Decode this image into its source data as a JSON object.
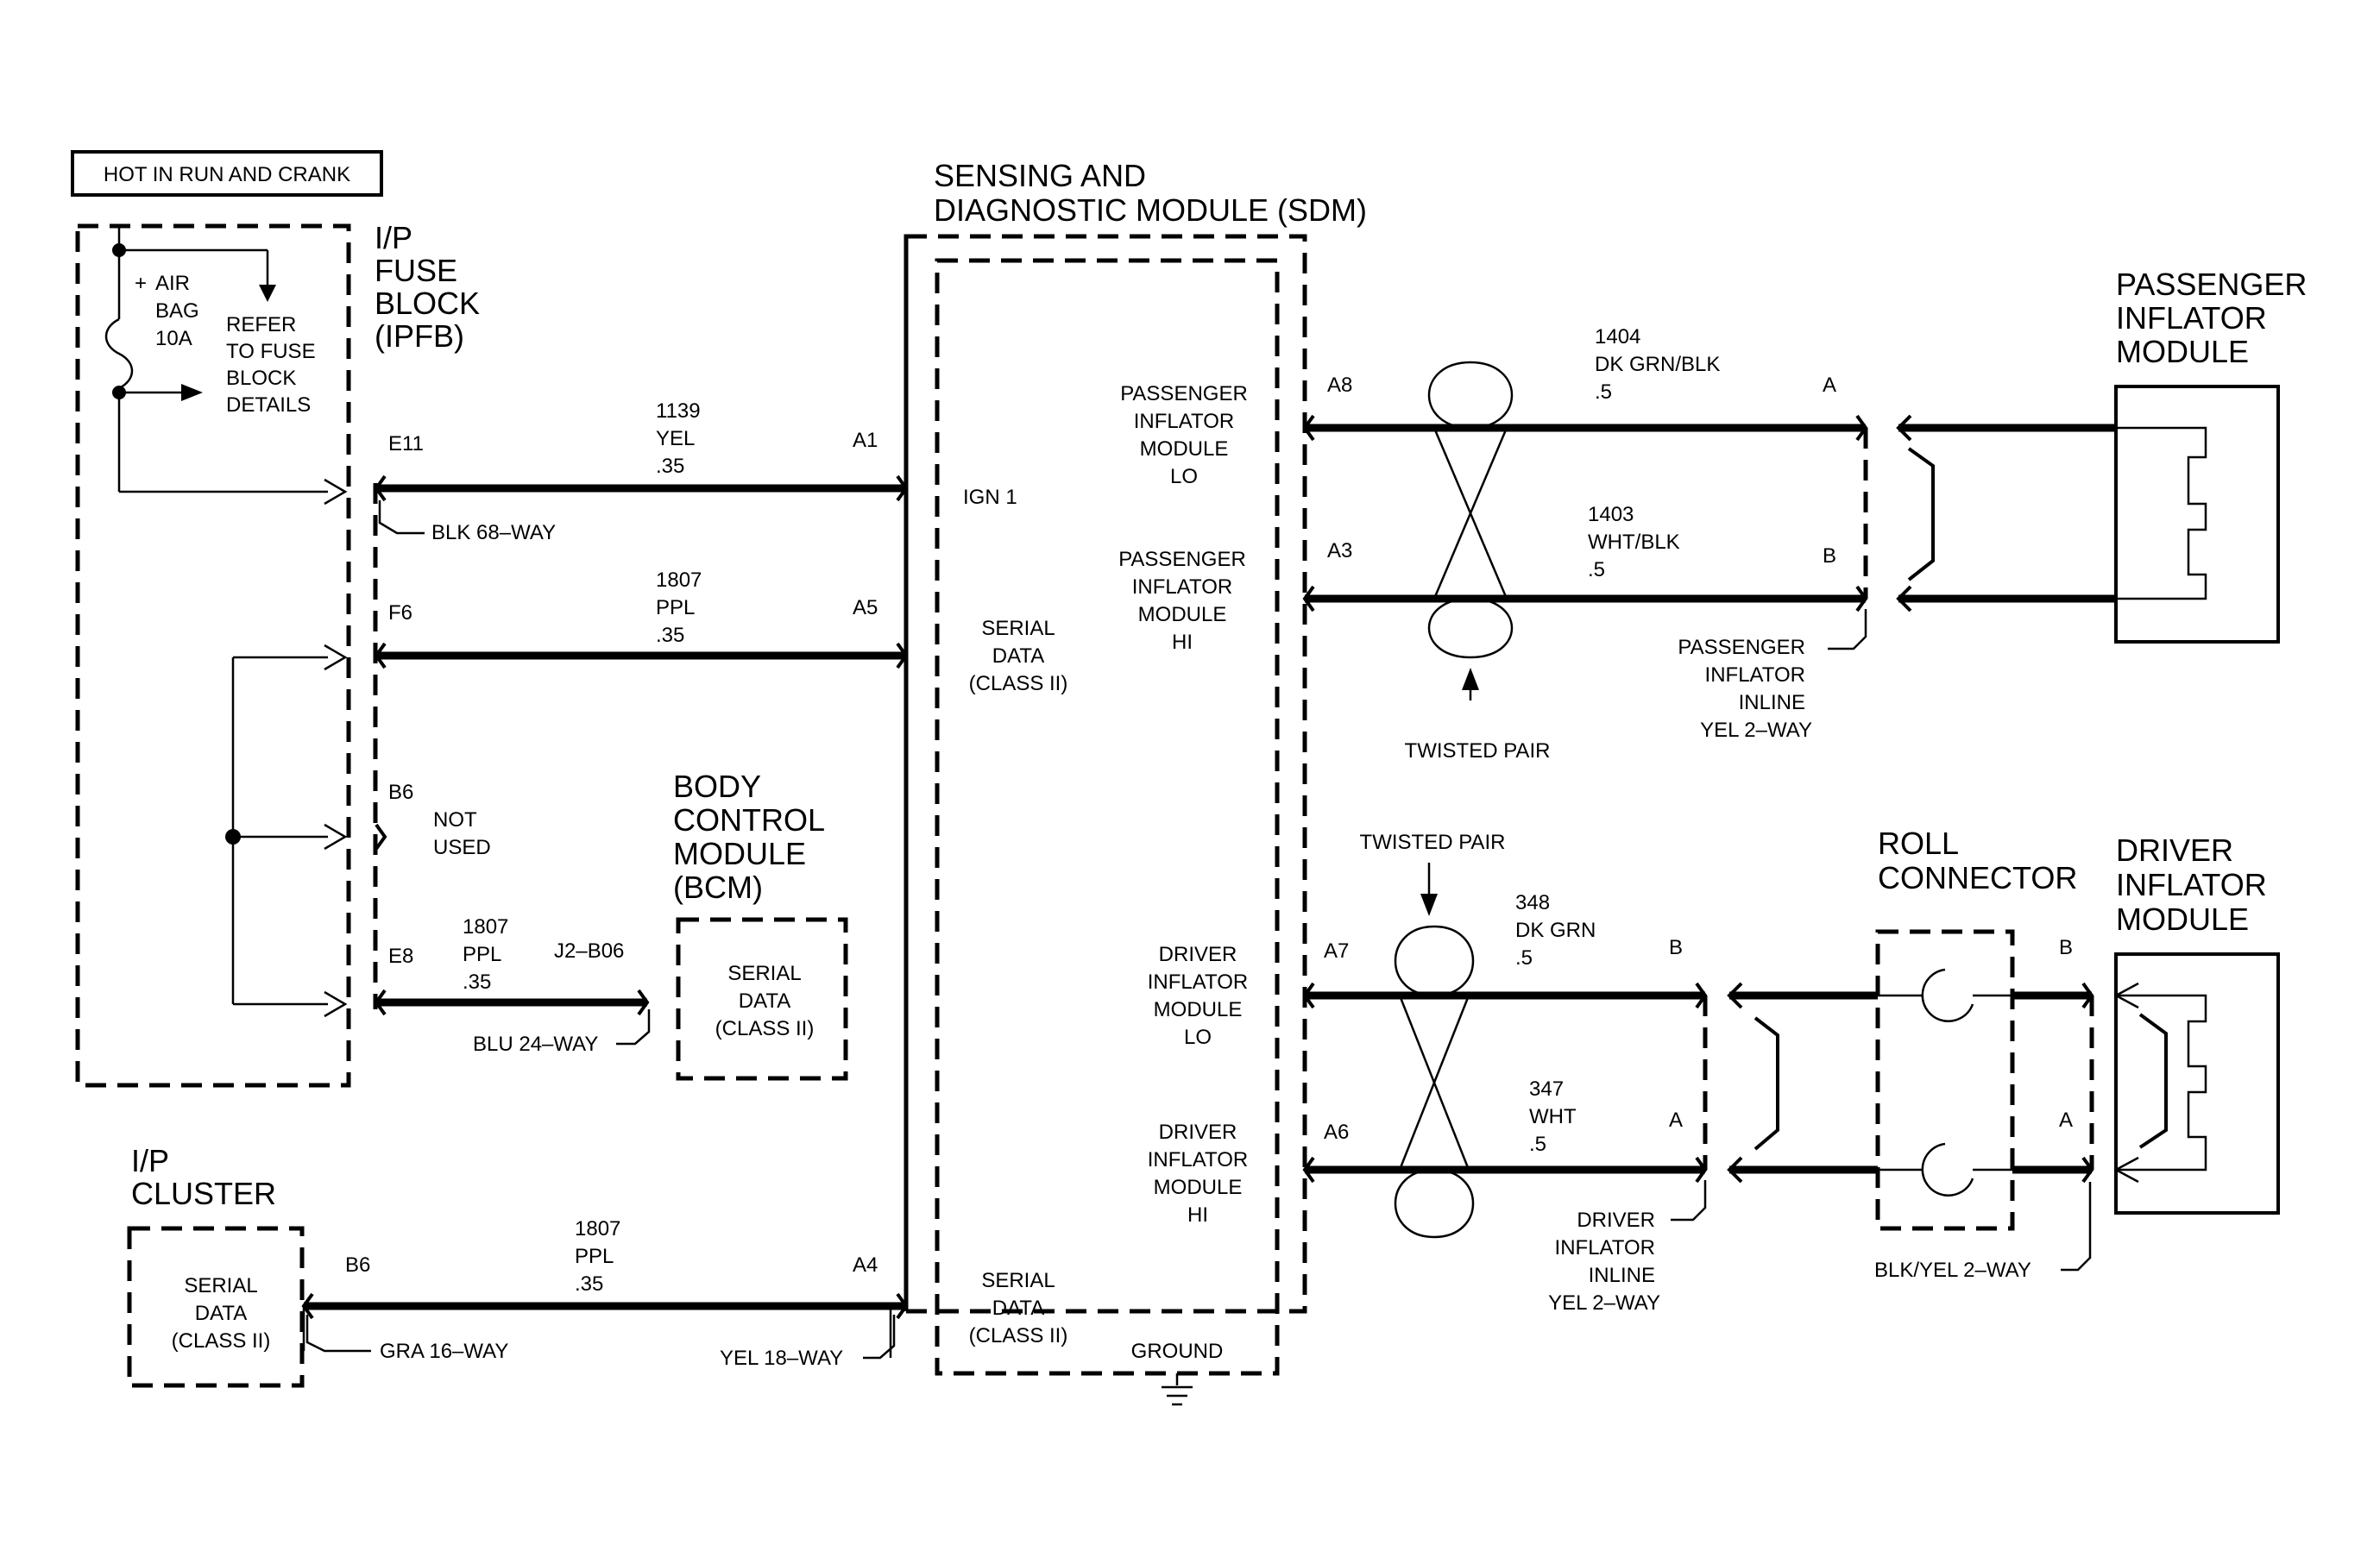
{
  "header": {
    "power_label": "HOT IN RUN AND CRANK"
  },
  "fuse_block": {
    "title_lines": [
      "I/P",
      "FUSE",
      "BLOCK",
      "(IPFB)"
    ],
    "fuse_lines": [
      "AIR",
      "BAG",
      "10A"
    ],
    "fuse_plus": "+",
    "refer_lines": [
      "REFER",
      "TO FUSE",
      "BLOCK",
      "DETAILS"
    ],
    "pins": {
      "e11": "E11",
      "f6": "F6",
      "b6": "B6",
      "e8": "E8"
    },
    "not_used_lines": [
      "NOT",
      "USED"
    ]
  },
  "sdm": {
    "title_lines": [
      "SENSING AND",
      "DIAGNOSTIC MODULE (SDM)"
    ],
    "pins": {
      "a1": "A1",
      "a5": "A5",
      "a4": "A4",
      "a8": "A8",
      "a3": "A3",
      "a7": "A7",
      "a6": "A6"
    },
    "labels": {
      "ign": "IGN 1",
      "serial_top": [
        "SERIAL",
        "DATA",
        "(CLASS II)"
      ],
      "serial_bottom": [
        "SERIAL",
        "DATA",
        "(CLASS II)"
      ],
      "ground": "GROUND",
      "pass_lo": [
        "PASSENGER",
        "INFLATOR",
        "MODULE",
        "LO"
      ],
      "pass_hi": [
        "PASSENGER",
        "INFLATOR",
        "MODULE",
        "HI"
      ],
      "drv_lo": [
        "DRIVER",
        "INFLATOR",
        "MODULE",
        "LO"
      ],
      "drv_hi": [
        "DRIVER",
        "INFLATOR",
        "MODULE",
        "HI"
      ]
    }
  },
  "circuits": {
    "c1139": [
      "1139",
      "YEL",
      ".35"
    ],
    "c1807_a5": [
      "1807",
      "PPL",
      ".35"
    ],
    "c1807_bcm": [
      "1807",
      "PPL",
      ".35"
    ],
    "c1807_a4": [
      "1807",
      "PPL",
      ".35"
    ],
    "c1404": [
      "1404",
      "DK GRN/BLK",
      ".5"
    ],
    "c1403": [
      "1403",
      "WHT/BLK",
      ".5"
    ],
    "c348": [
      "348",
      "DK GRN",
      ".5"
    ],
    "c347": [
      "347",
      "WHT",
      ".5"
    ]
  },
  "connectors": {
    "blk68": "BLK 68–WAY",
    "j2b06": "J2–B06",
    "blu24": "BLU 24–WAY",
    "gra16": "GRA 16–WAY",
    "yel18": "YEL 18–WAY",
    "pass_inline": [
      "PASSENGER",
      "INFLATOR",
      "INLINE",
      "YEL 2–WAY"
    ],
    "drv_inline": [
      "DRIVER",
      "INFLATOR",
      "INLINE",
      "YEL 2–WAY"
    ],
    "blkyel": "BLK/YEL 2–WAY"
  },
  "bcm": {
    "title_lines": [
      "BODY",
      "CONTROL",
      "MODULE",
      "(BCM)"
    ],
    "serial_lines": [
      "SERIAL",
      "DATA",
      "(CLASS II)"
    ]
  },
  "cluster": {
    "title_lines": [
      "I/P",
      "CLUSTER"
    ],
    "pin": "B6",
    "serial_lines": [
      "SERIAL",
      "DATA",
      "(CLASS II)"
    ]
  },
  "passenger_module": {
    "title_lines": [
      "PASSENGER",
      "INFLATOR",
      "MODULE"
    ],
    "pin_a": "A",
    "pin_b": "B"
  },
  "driver_module": {
    "title_lines": [
      "DRIVER",
      "INFLATOR",
      "MODULE"
    ],
    "pin_b": "B",
    "pin_a": "A",
    "pin_b2": "B",
    "pin_a2": "A"
  },
  "twisted_pair_top": "TWISTED PAIR",
  "twisted_pair_bottom": "TWISTED PAIR",
  "roll_connector": {
    "title_lines": [
      "ROLL",
      "CONNECTOR"
    ]
  }
}
